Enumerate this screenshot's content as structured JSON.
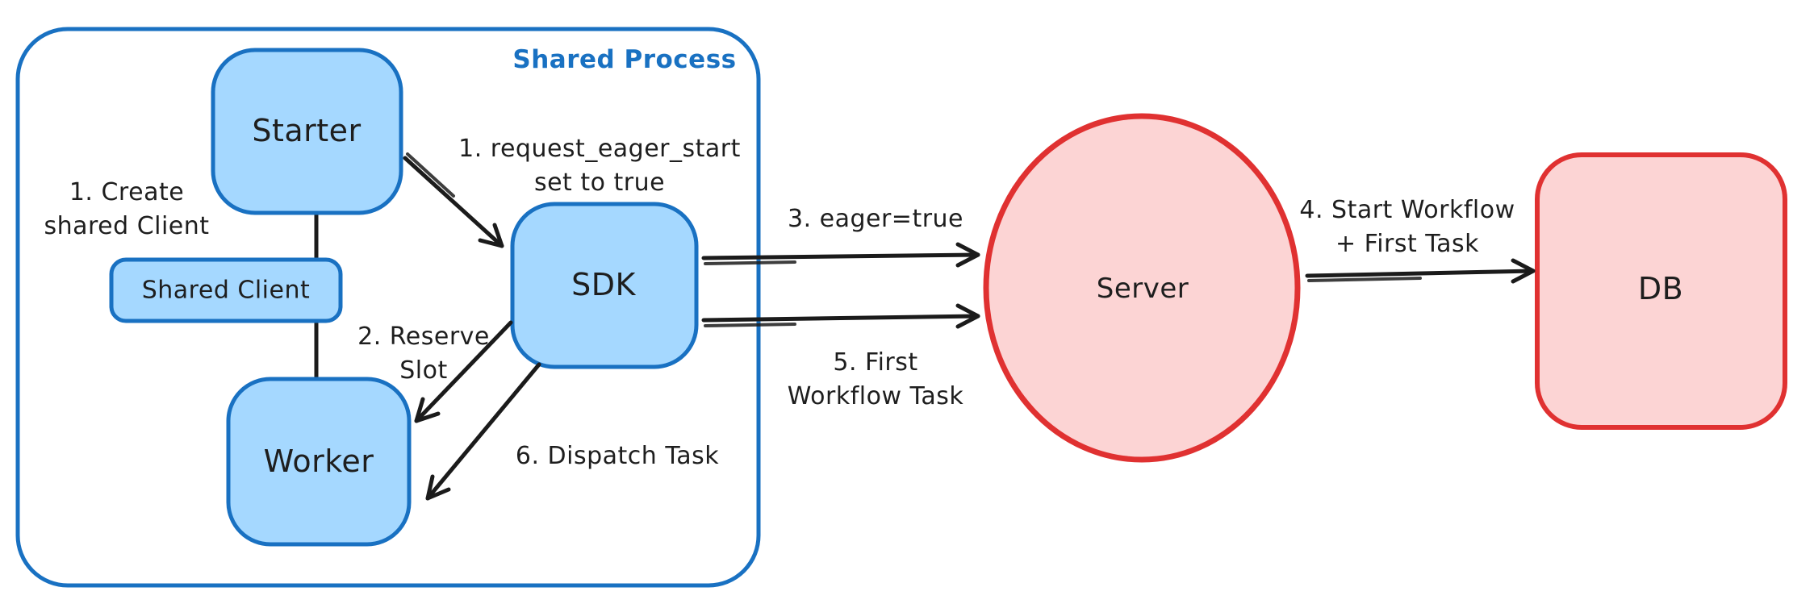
{
  "diagram": {
    "container": {
      "title": "Shared Process"
    },
    "nodes": {
      "starter": {
        "label": "Starter"
      },
      "shared_client": {
        "label": "Shared Client"
      },
      "worker": {
        "label": "Worker"
      },
      "sdk": {
        "label": "SDK"
      },
      "server": {
        "label": "Server"
      },
      "db": {
        "label": "DB"
      }
    },
    "annotations": {
      "create_shared_client": {
        "line1": "1. Create",
        "line2": "shared Client"
      },
      "request_eager_start": {
        "line1": "1. request_eager_start",
        "line2": "set to true"
      },
      "reserve_slot": {
        "line1": "2. Reserve",
        "line2": "Slot"
      },
      "eager_true": {
        "label": "3. eager=true"
      },
      "start_workflow": {
        "line1": "4. Start Workflow",
        "line2": "+ First Task"
      },
      "first_workflow_task": {
        "line1": "5. First",
        "line2": "Workflow Task"
      },
      "dispatch_task": {
        "label": "6. Dispatch Task"
      }
    },
    "colors": {
      "blue_stroke": "#1971c2",
      "blue_fill": "#a5d8ff",
      "red_stroke": "#e03131",
      "red_fill": "#fcd4d4",
      "text": "#1e1e1e",
      "background": "#ffffff"
    }
  }
}
